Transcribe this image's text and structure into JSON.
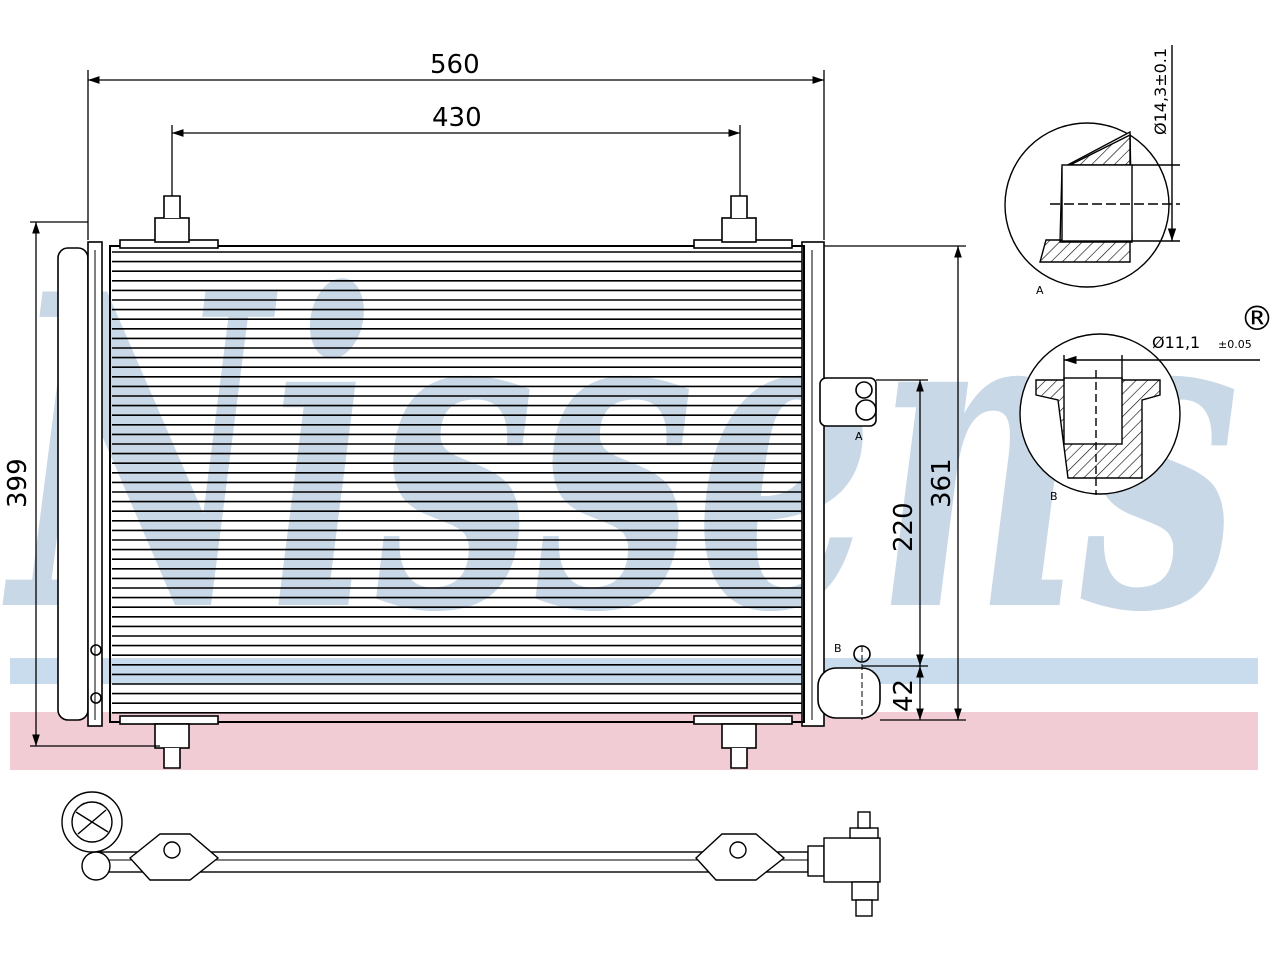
{
  "brand": {
    "watermark_text": "Nissens",
    "registered_mark": "®",
    "watermark_color": "#c6d6e6",
    "stripe_blue": "#c9dced",
    "stripe_red": "#f1ccd4"
  },
  "dimensions": {
    "overall_width": "560",
    "bracket_spacing": "430",
    "overall_height": "399",
    "core_height": "361",
    "port_spacing": "220",
    "lower_port_offset": "42"
  },
  "details": {
    "detail_a_label": "A",
    "detail_a_diameter": "Ø14,3±0.1",
    "detail_b_label": "B",
    "detail_b_diameter": "Ø11,1",
    "detail_b_tolerance": "±0.05"
  },
  "port_labels": {
    "upper_port": "A",
    "lower_port": "B"
  },
  "colors": {
    "line": "#000000",
    "background": "#ffffff"
  }
}
